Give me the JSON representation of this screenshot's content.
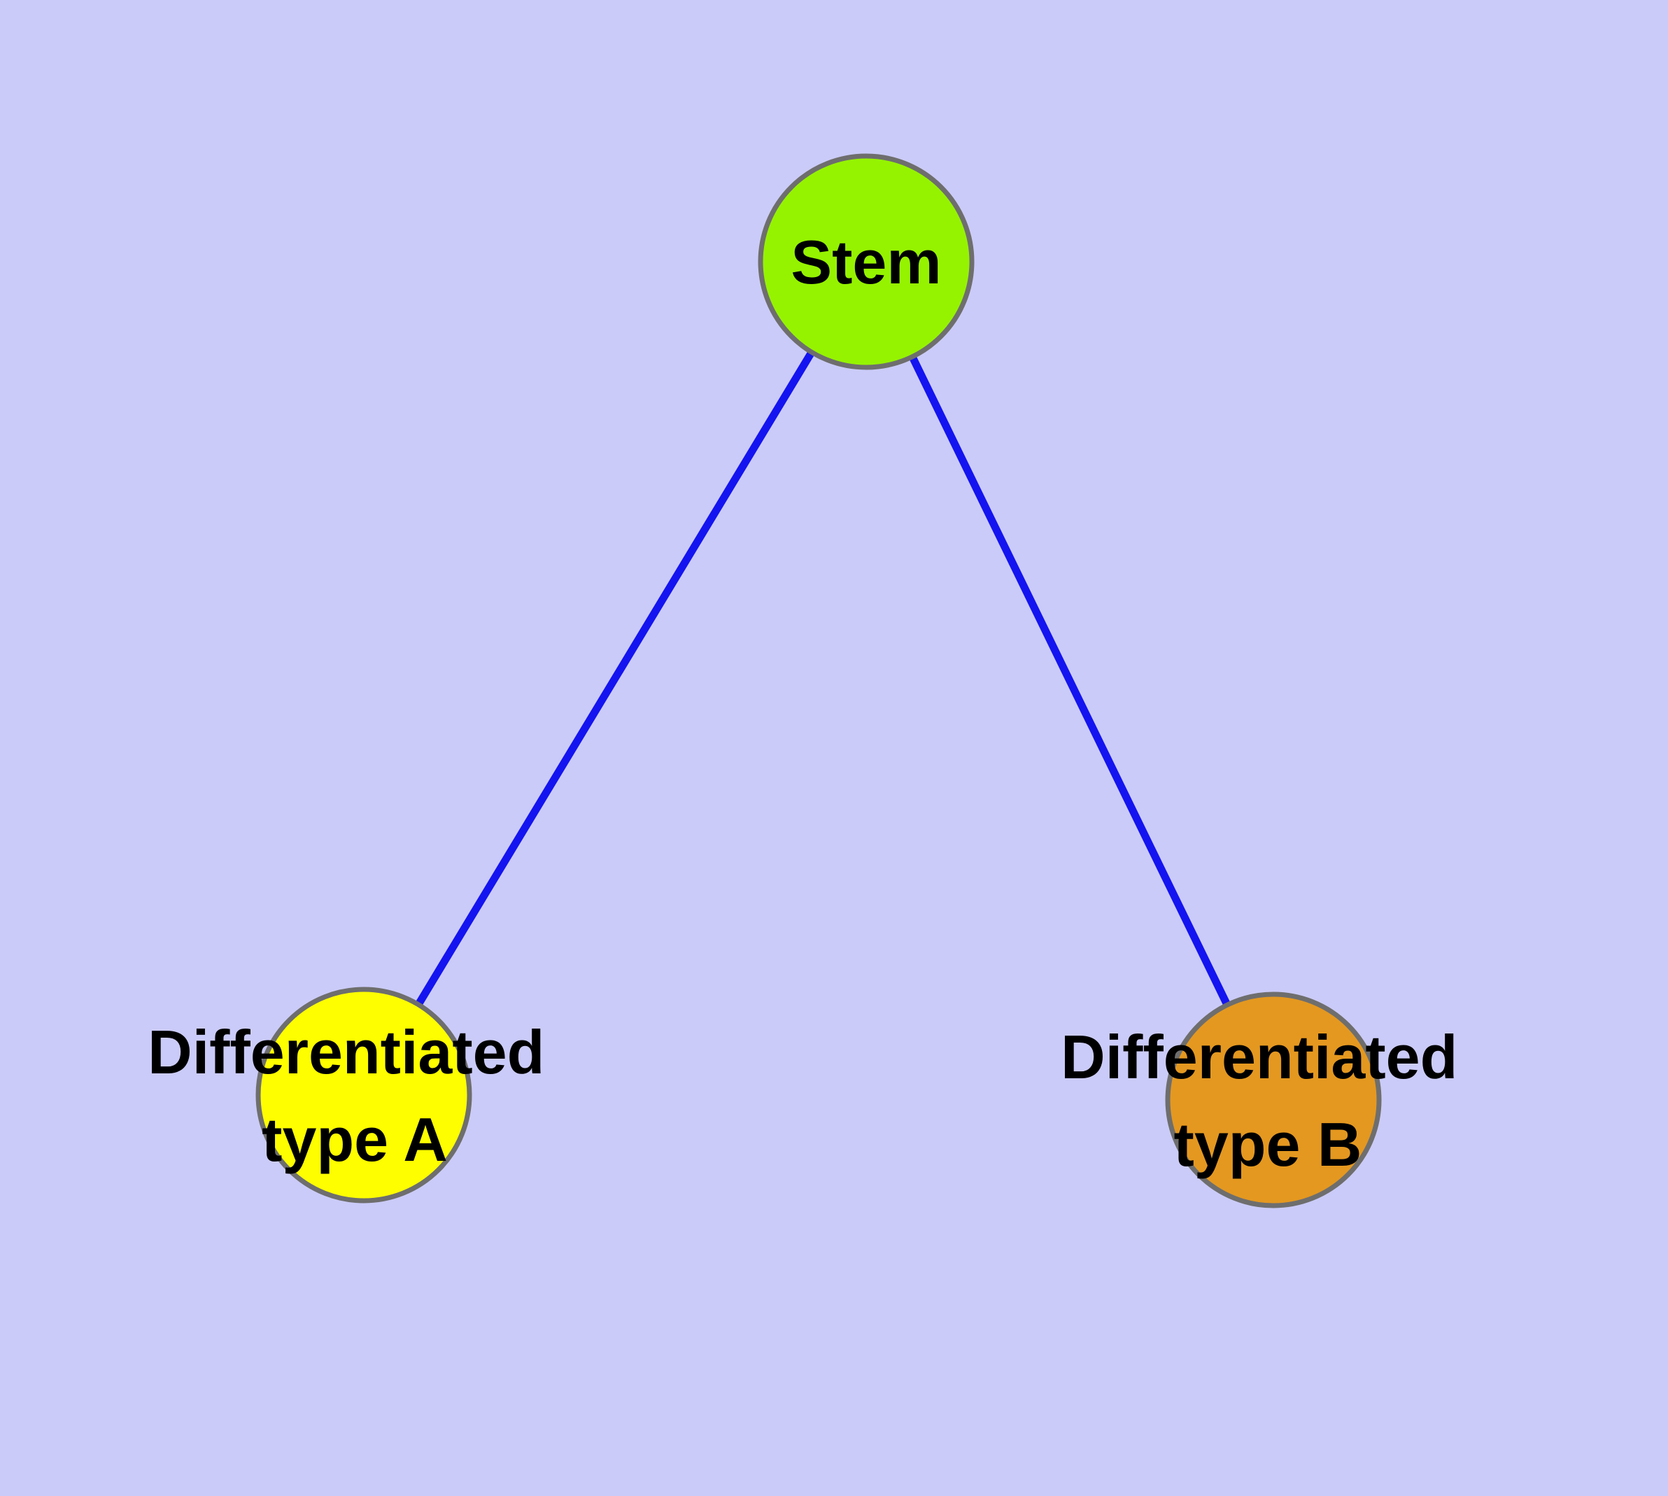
{
  "canvas": {
    "background_color": "#CBCBF9"
  },
  "diagram": {
    "kind": "cell-differentiation-graph",
    "text_color": "#000000",
    "node_border_color": "#6E6E6E",
    "edge_color": "#1414F0",
    "nodes": [
      {
        "id": "stem",
        "label": "Stem",
        "shape": "circle",
        "fill_color": "#95F300"
      },
      {
        "id": "differentiated-type-a",
        "label": "Differentiated type A",
        "label_line1": "Differentiated",
        "label_line2": "type A",
        "shape": "circle",
        "fill_color": "#FEFE00"
      },
      {
        "id": "differentiated-type-b",
        "label": "Differentiated type B",
        "label_line1": "Differentiated",
        "label_line2": "type B",
        "shape": "circle",
        "fill_color": "#E49820"
      }
    ],
    "edges": [
      {
        "from": "stem",
        "to": "differentiated-type-a"
      },
      {
        "from": "stem",
        "to": "differentiated-type-b"
      }
    ]
  }
}
